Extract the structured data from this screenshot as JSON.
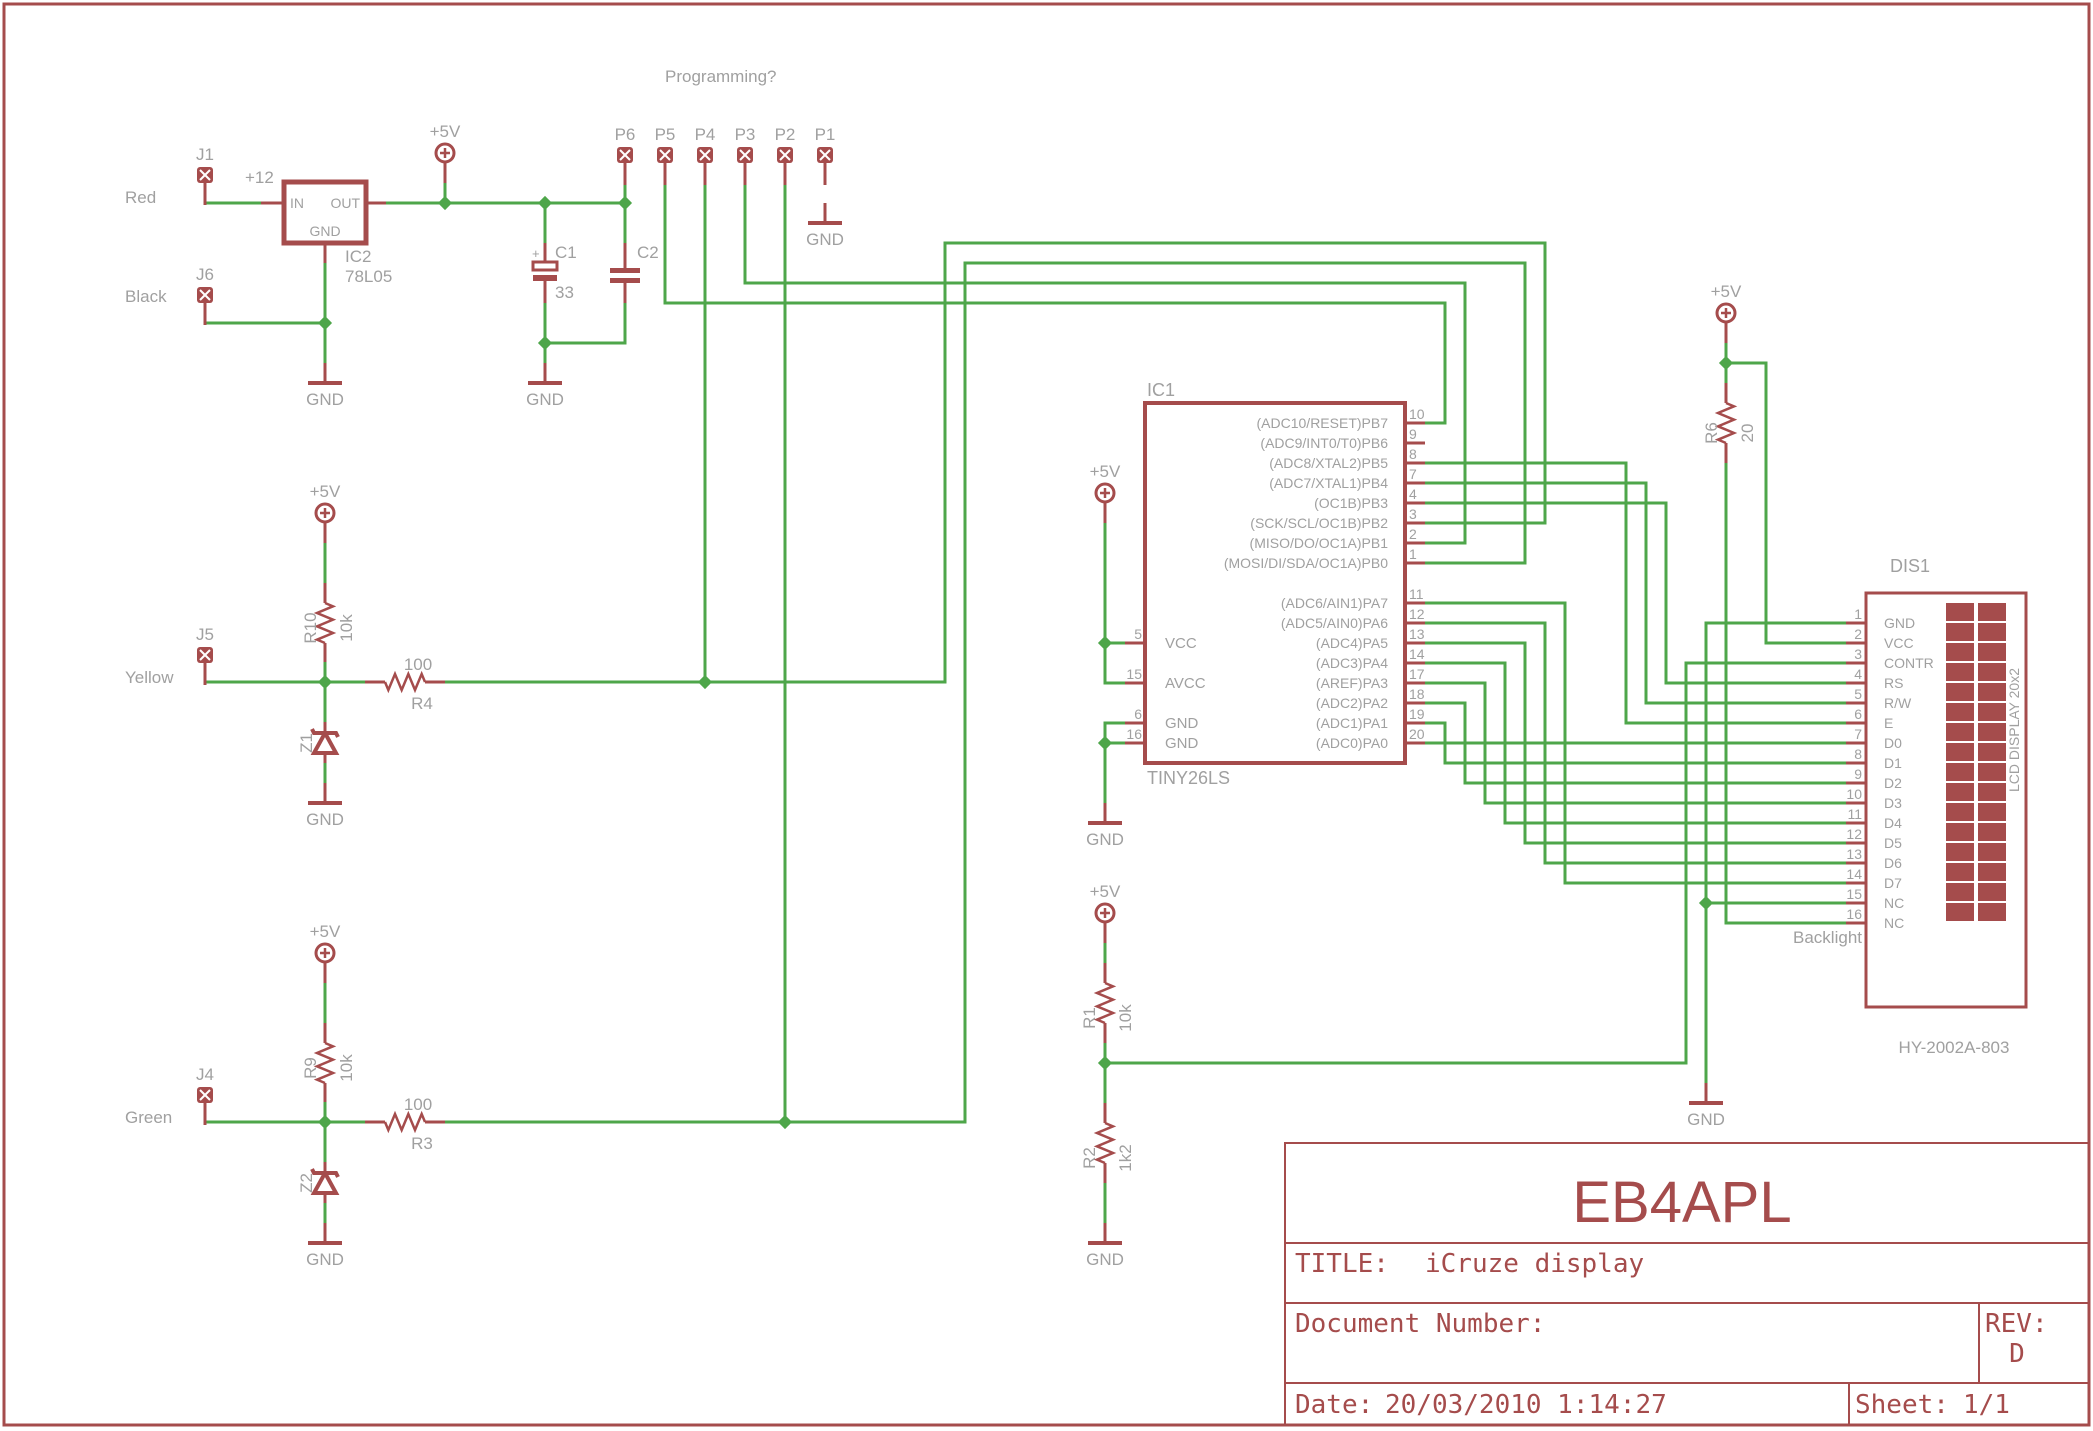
{
  "colors": {
    "wire": "#4ea64a",
    "symbol": "#a54c4c",
    "text": "#a0a0a0",
    "background": "#ffffff"
  },
  "annotations": {
    "programming": "Programming?"
  },
  "connectors": {
    "J1": {
      "name": "J1",
      "label": "Red",
      "net": "+12"
    },
    "J6": {
      "name": "J6",
      "label": "Black"
    },
    "J5": {
      "name": "J5",
      "label": "Yellow"
    },
    "J4": {
      "name": "J4",
      "label": "Green"
    }
  },
  "prog_pins": [
    "P6",
    "P5",
    "P4",
    "P3",
    "P2",
    "P1"
  ],
  "power": {
    "vcc": "+5V",
    "gnd": "GND"
  },
  "ic2": {
    "name": "IC2",
    "value": "78L05",
    "pin_in": "IN",
    "pin_out": "OUT",
    "pin_gnd": "GND"
  },
  "c1": {
    "name": "C1",
    "value": "33",
    "polarity": "+"
  },
  "c2": {
    "name": "C2"
  },
  "r10": {
    "name": "R10",
    "value": "10k"
  },
  "r4": {
    "name": "R4",
    "value": "100"
  },
  "z1": {
    "name": "Z1"
  },
  "r9": {
    "name": "R9",
    "value": "10k"
  },
  "r3": {
    "name": "R3",
    "value": "100"
  },
  "z2": {
    "name": "Z2"
  },
  "r1": {
    "name": "R1",
    "value": "10k"
  },
  "r2": {
    "name": "R2",
    "value": "1k2"
  },
  "r6": {
    "name": "R6",
    "value": "20"
  },
  "ic1": {
    "name": "IC1",
    "value": "TINY26LS",
    "left_pins": [
      {
        "num": "5",
        "name": "VCC"
      },
      {
        "num": "15",
        "name": "AVCC"
      },
      {
        "num": "6",
        "name": "GND"
      },
      {
        "num": "16",
        "name": "GND"
      }
    ],
    "right_pins": [
      {
        "num": "10",
        "name": "(ADC10/RESET)PB7"
      },
      {
        "num": "9",
        "name": "(ADC9/INT0/T0)PB6"
      },
      {
        "num": "8",
        "name": "(ADC8/XTAL2)PB5"
      },
      {
        "num": "7",
        "name": "(ADC7/XTAL1)PB4"
      },
      {
        "num": "4",
        "name": "(OC1B)PB3"
      },
      {
        "num": "3",
        "name": "(SCK/SCL/OC1B)PB2"
      },
      {
        "num": "2",
        "name": "(MISO/DO/OC1A)PB1"
      },
      {
        "num": "1",
        "name": "(MOSI/DI/SDA/OC1A)PB0"
      },
      {
        "num": "11",
        "name": "(ADC6/AIN1)PA7"
      },
      {
        "num": "12",
        "name": "(ADC5/AIN0)PA6"
      },
      {
        "num": "13",
        "name": "(ADC4)PA5"
      },
      {
        "num": "14",
        "name": "(ADC3)PA4"
      },
      {
        "num": "17",
        "name": "(AREF)PA3"
      },
      {
        "num": "18",
        "name": "(ADC2)PA2"
      },
      {
        "num": "19",
        "name": "(ADC1)PA1"
      },
      {
        "num": "20",
        "name": "(ADC0)PA0"
      }
    ]
  },
  "dis1": {
    "name": "DIS1",
    "value": "HY-2002A-803",
    "body_label": "LCD DISPLAY 20x2",
    "backlight_label": "Backlight",
    "pins": [
      {
        "num": "1",
        "name": "GND"
      },
      {
        "num": "2",
        "name": "VCC"
      },
      {
        "num": "3",
        "name": "CONTR"
      },
      {
        "num": "4",
        "name": "RS"
      },
      {
        "num": "5",
        "name": "R/W"
      },
      {
        "num": "6",
        "name": "E"
      },
      {
        "num": "7",
        "name": "D0"
      },
      {
        "num": "8",
        "name": "D1"
      },
      {
        "num": "9",
        "name": "D2"
      },
      {
        "num": "10",
        "name": "D3"
      },
      {
        "num": "11",
        "name": "D4"
      },
      {
        "num": "12",
        "name": "D5"
      },
      {
        "num": "13",
        "name": "D6"
      },
      {
        "num": "14",
        "name": "D7"
      },
      {
        "num": "15",
        "name": "NC"
      },
      {
        "num": "16",
        "name": "NC"
      }
    ]
  },
  "title_block": {
    "author": "EB4APL",
    "title_label": "TITLE:",
    "title": "iCruze display",
    "doc_number_label": "Document Number:",
    "rev_label": "REV:",
    "rev": "D",
    "date_label": "Date:",
    "date": "20/03/2010 1:14:27",
    "sheet_label": "Sheet:",
    "sheet": "1/1"
  }
}
